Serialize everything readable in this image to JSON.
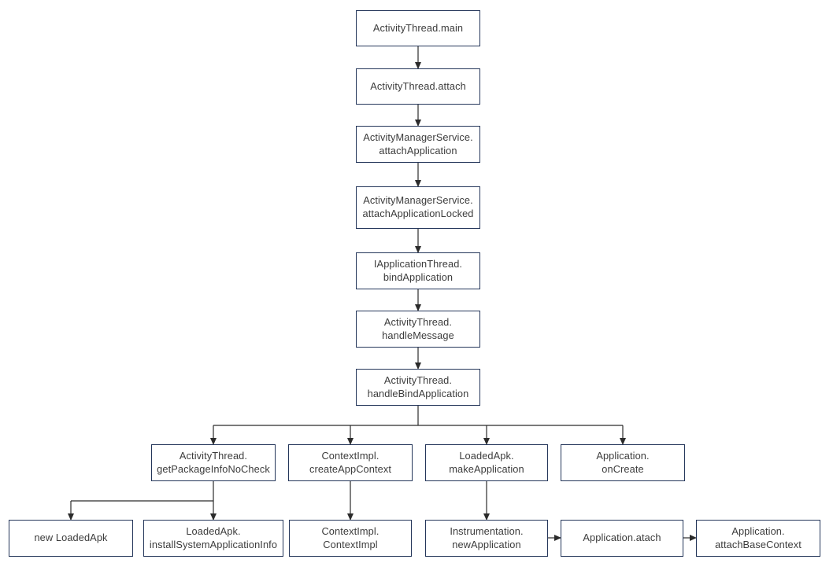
{
  "diagram": {
    "description": "Android application startup call-flow diagram",
    "colors": {
      "box_border": "#24365a",
      "connector": "#2b2b2b",
      "text": "#3c3c3c",
      "background": "#ffffff"
    },
    "nodes": {
      "main": {
        "label": "ActivityThread.main"
      },
      "attach": {
        "label": "ActivityThread.attach"
      },
      "attachApplication": {
        "label": "ActivityManagerService.\nattachApplication"
      },
      "attachApplicationLocked": {
        "label": "ActivityManagerService.\nattachApplicationLocked"
      },
      "bindApplication": {
        "label": "IApplicationThread.\nbindApplication"
      },
      "handleMessage": {
        "label": "ActivityThread.\nhandleMessage"
      },
      "handleBindApplication": {
        "label": "ActivityThread.\nhandleBindApplication"
      },
      "getPackageInfoNoCheck": {
        "label": "ActivityThread.\ngetPackageInfoNoCheck"
      },
      "createAppContext": {
        "label": "ContextImpl.\ncreateAppContext"
      },
      "makeApplication": {
        "label": "LoadedApk.\nmakeApplication"
      },
      "onCreate": {
        "label": "Application.\nonCreate"
      },
      "newLoadedApk": {
        "label": "new LoadedApk"
      },
      "installSystemApplicationInfo": {
        "label": "LoadedApk.\ninstallSystemApplicationInfo"
      },
      "contextImplCtor": {
        "label": "ContextImpl.\nContextImpl"
      },
      "newApplication": {
        "label": "Instrumentation.\nnewApplication"
      },
      "atach": {
        "label": "Application.atach"
      },
      "attachBaseContext": {
        "label": "Application.\nattachBaseContext"
      }
    },
    "edges": [
      {
        "from": "main",
        "to": "attach"
      },
      {
        "from": "attach",
        "to": "attachApplication"
      },
      {
        "from": "attachApplication",
        "to": "attachApplicationLocked"
      },
      {
        "from": "attachApplicationLocked",
        "to": "bindApplication"
      },
      {
        "from": "bindApplication",
        "to": "handleMessage"
      },
      {
        "from": "handleMessage",
        "to": "handleBindApplication"
      },
      {
        "from": "handleBindApplication",
        "to": "getPackageInfoNoCheck"
      },
      {
        "from": "handleBindApplication",
        "to": "createAppContext"
      },
      {
        "from": "handleBindApplication",
        "to": "makeApplication"
      },
      {
        "from": "handleBindApplication",
        "to": "onCreate"
      },
      {
        "from": "getPackageInfoNoCheck",
        "to": "newLoadedApk"
      },
      {
        "from": "getPackageInfoNoCheck",
        "to": "installSystemApplicationInfo"
      },
      {
        "from": "createAppContext",
        "to": "contextImplCtor"
      },
      {
        "from": "makeApplication",
        "to": "newApplication"
      },
      {
        "from": "newApplication",
        "to": "atach"
      },
      {
        "from": "atach",
        "to": "attachBaseContext"
      }
    ],
    "connectors": [
      {
        "points": [
          [
            531,
            59
          ],
          [
            531,
            87
          ]
        ],
        "arrow": true
      },
      {
        "points": [
          [
            531,
            133
          ],
          [
            531,
            160
          ]
        ],
        "arrow": true
      },
      {
        "points": [
          [
            531,
            207
          ],
          [
            531,
            237
          ]
        ],
        "arrow": true
      },
      {
        "points": [
          [
            531,
            291
          ],
          [
            531,
            321
          ]
        ],
        "arrow": true
      },
      {
        "points": [
          [
            531,
            368
          ],
          [
            531,
            395
          ]
        ],
        "arrow": true
      },
      {
        "points": [
          [
            531,
            442
          ],
          [
            531,
            469
          ]
        ],
        "arrow": true
      },
      {
        "points": [
          [
            531,
            516
          ],
          [
            531,
            541
          ]
        ],
        "arrow": false
      },
      {
        "points": [
          [
            271,
            541
          ],
          [
            791,
            541
          ]
        ],
        "arrow": false
      },
      {
        "points": [
          [
            271,
            541
          ],
          [
            271,
            565
          ]
        ],
        "arrow": true
      },
      {
        "points": [
          [
            445,
            541
          ],
          [
            445,
            565
          ]
        ],
        "arrow": true
      },
      {
        "points": [
          [
            618,
            541
          ],
          [
            618,
            565
          ]
        ],
        "arrow": true
      },
      {
        "points": [
          [
            791,
            541
          ],
          [
            791,
            565
          ]
        ],
        "arrow": true
      },
      {
        "points": [
          [
            271,
            612
          ],
          [
            271,
            637
          ]
        ],
        "arrow": false
      },
      {
        "points": [
          [
            90,
            637
          ],
          [
            271,
            637
          ]
        ],
        "arrow": false
      },
      {
        "points": [
          [
            90,
            637
          ],
          [
            90,
            661
          ]
        ],
        "arrow": true
      },
      {
        "points": [
          [
            271,
            637
          ],
          [
            271,
            661
          ]
        ],
        "arrow": true
      },
      {
        "points": [
          [
            445,
            612
          ],
          [
            445,
            661
          ]
        ],
        "arrow": true
      },
      {
        "points": [
          [
            618,
            612
          ],
          [
            618,
            661
          ]
        ],
        "arrow": true
      },
      {
        "points": [
          [
            696,
            684
          ],
          [
            712,
            684
          ]
        ],
        "arrow": true
      },
      {
        "points": [
          [
            868,
            684
          ],
          [
            884,
            684
          ]
        ],
        "arrow": true
      }
    ]
  }
}
